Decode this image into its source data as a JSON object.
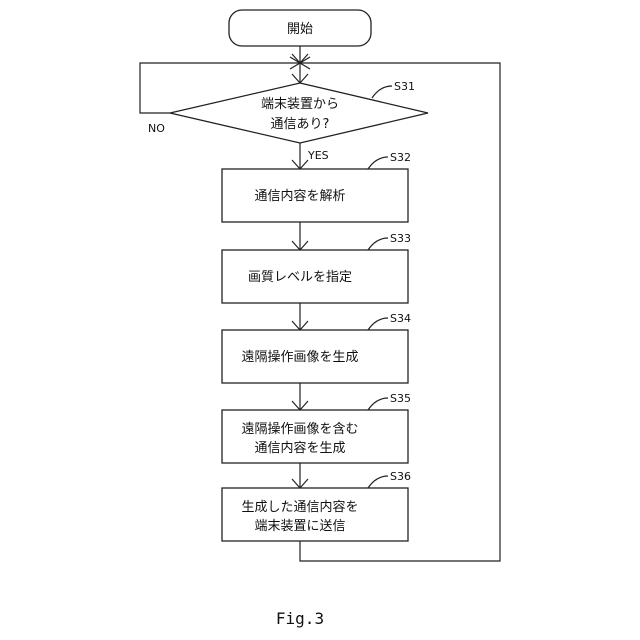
{
  "start": {
    "label": "開始"
  },
  "steps": [
    {
      "id": "S31",
      "type": "decision",
      "lines": [
        "端末装置から",
        "通信あり?"
      ],
      "yes": "YES",
      "no": "NO"
    },
    {
      "id": "S32",
      "type": "process",
      "lines": [
        "通信内容を解析"
      ]
    },
    {
      "id": "S33",
      "type": "process",
      "lines": [
        "画質レベルを指定"
      ]
    },
    {
      "id": "S34",
      "type": "process",
      "lines": [
        "遠隔操作画像を生成"
      ]
    },
    {
      "id": "S35",
      "type": "process",
      "lines": [
        "遠隔操作画像を含む",
        "通信内容を生成"
      ]
    },
    {
      "id": "S36",
      "type": "process",
      "lines": [
        "生成した通信内容を",
        "端末装置に送信"
      ]
    }
  ],
  "caption": "Fig.3"
}
